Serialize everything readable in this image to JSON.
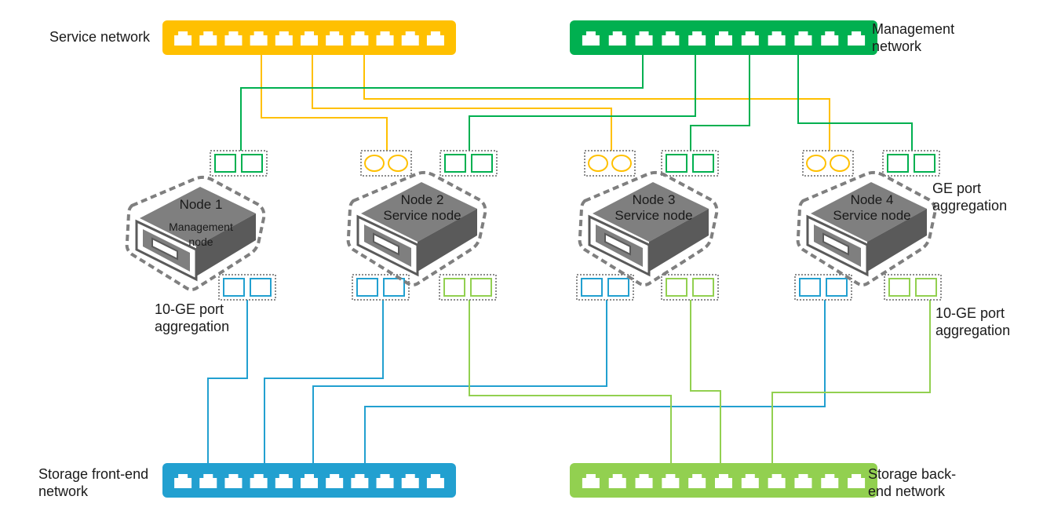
{
  "colors": {
    "service": "#FFC000",
    "management": "#00B050",
    "storage_front": "#22A0D0",
    "storage_back": "#92D050",
    "server_body": "#7F7F7F",
    "server_dark": "#5A5A5A",
    "outline": "#7F7F7F"
  },
  "networks": {
    "service": {
      "label": "Service network",
      "color_key": "service",
      "ports": 11
    },
    "management": {
      "label_line1": "Management",
      "label_line2": "network",
      "color_key": "management",
      "ports": 11
    },
    "storage_front": {
      "label_line1": "Storage front-end",
      "label_line2": "network",
      "color_key": "storage_front",
      "ports": 11
    },
    "storage_back": {
      "label_line1": "Storage back-",
      "label_line2": "end network",
      "color_key": "storage_back",
      "ports": 11
    }
  },
  "nodes": [
    {
      "id": "node1",
      "title": "Node 1",
      "role_line1": "Management",
      "role_line2": "node"
    },
    {
      "id": "node2",
      "title": "Node 2",
      "role_line1": "Service node",
      "role_line2": ""
    },
    {
      "id": "node3",
      "title": "Node 3",
      "role_line1": "Service node",
      "role_line2": ""
    },
    {
      "id": "node4",
      "title": "Node 4",
      "role_line1": "Service node",
      "role_line2": ""
    }
  ],
  "annotations": {
    "ge_line1": "GE port",
    "ge_line2": "aggregation",
    "tenge_left_line1": "10-GE port",
    "tenge_left_line2": "aggregation",
    "tenge_right_line1": "10-GE port",
    "tenge_right_line2": "aggregation"
  },
  "icons": {
    "switch_port": "ethernet-port-icon",
    "server": "server-chassis-icon",
    "square_port": "square-port-icon",
    "round_port": "round-port-icon"
  }
}
